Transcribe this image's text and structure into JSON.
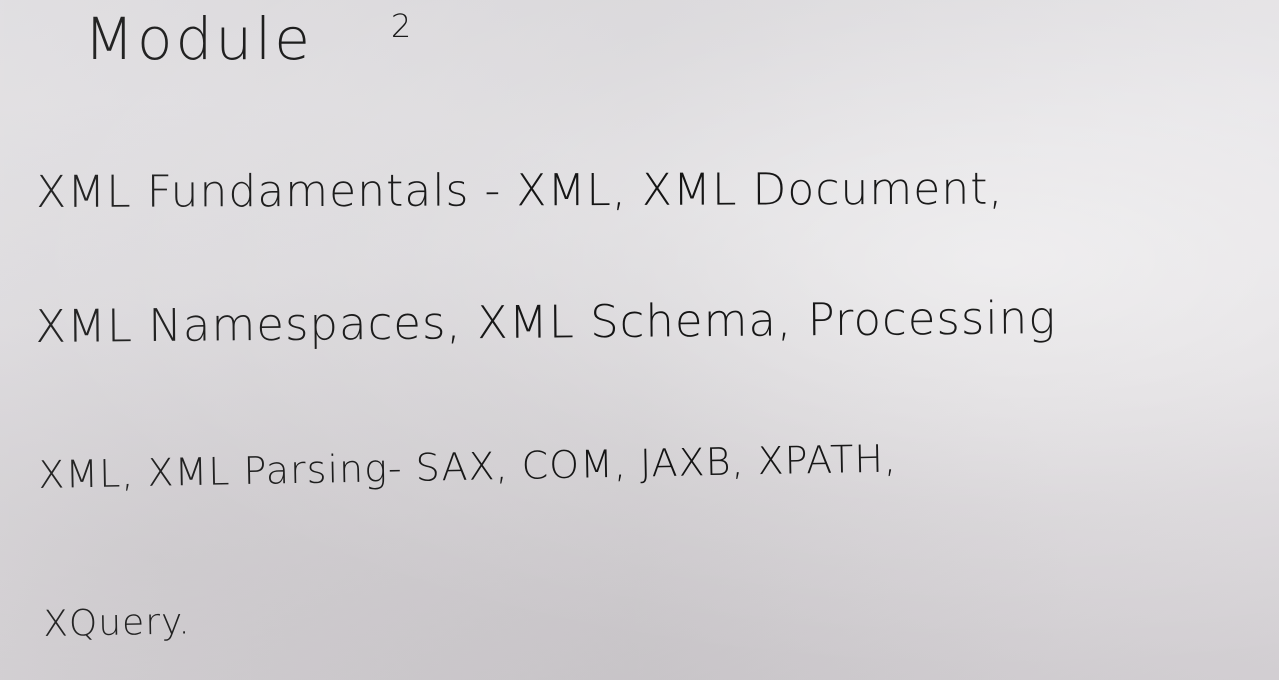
{
  "whiteboard": {
    "title": "Module",
    "module_number": "2",
    "lines": [
      "XML Fundamentals - XML, XML Document,",
      "XML Namespaces, XML Schema, Processing",
      "XML, XML Parsing- SAX, COM, JAXB, XPATH,",
      "XQuery."
    ]
  },
  "colors": {
    "board_background": "#dedcdf",
    "marker_ink": "#141414"
  }
}
